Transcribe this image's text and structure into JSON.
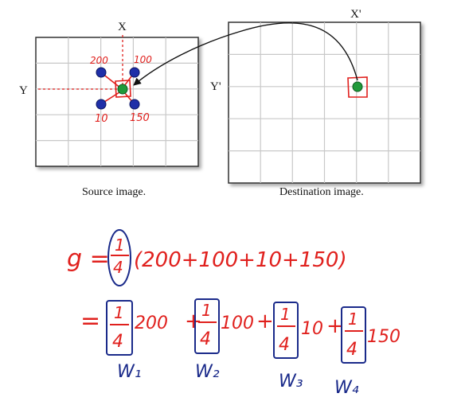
{
  "diagram": {
    "source_caption": "Source image.",
    "destination_caption": "Destination image.",
    "source_axis_x": "X",
    "source_axis_y": "Y",
    "destination_axis_x": "X'",
    "destination_axis_y": "Y'",
    "neighbor_values": {
      "top_left": "200",
      "top_right": "100",
      "bottom_left": "10",
      "bottom_right": "150"
    }
  },
  "equation": {
    "line1": {
      "lhs": "g =",
      "fraction_num": "1",
      "fraction_den": "4",
      "sum_expression": "(200+100+10+150)"
    },
    "line2": {
      "equals": "=",
      "terms": [
        {
          "num": "1",
          "den": "4",
          "value": "200",
          "op": "+",
          "weight_label": "W₁"
        },
        {
          "num": "1",
          "den": "4",
          "value": "100",
          "op": "+",
          "weight_label": "W₂"
        },
        {
          "num": "1",
          "den": "4",
          "value": "10",
          "op": "+",
          "weight_label": "W₃"
        },
        {
          "num": "1",
          "den": "4",
          "value": "150",
          "op": "",
          "weight_label": "W₄"
        }
      ]
    }
  },
  "colors": {
    "grid_line": "#c8c8c8",
    "grid_border": "#333333",
    "ink_red": "#e0201d",
    "ink_blue": "#1a2a8a",
    "neighbor_dot": "#1f2fa8",
    "center_dot": "#1f9a3a"
  }
}
